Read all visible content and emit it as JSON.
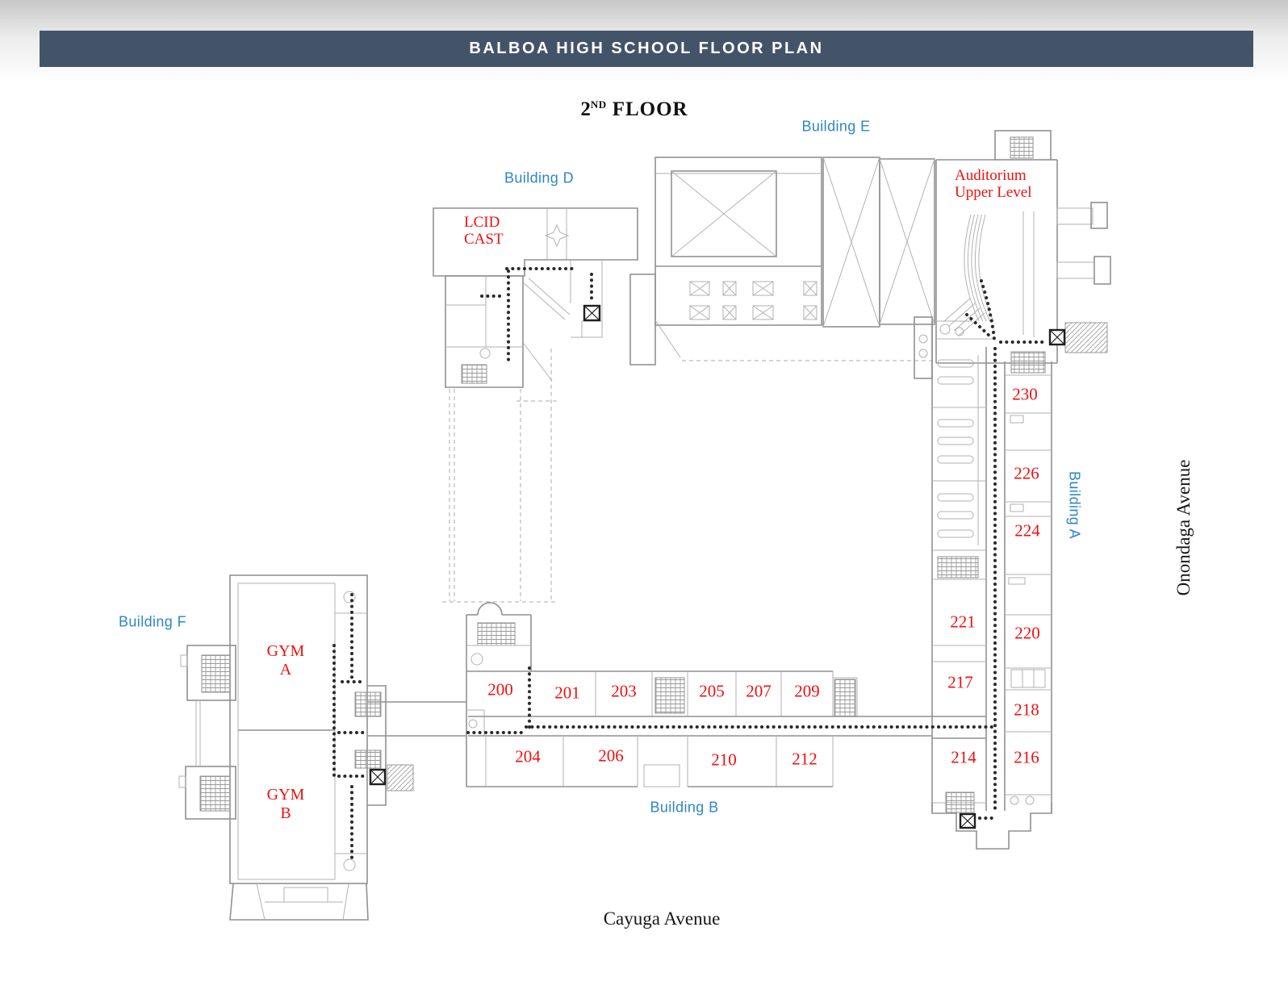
{
  "banner": {
    "title": "BALBOA HIGH SCHOOL FLOOR PLAN"
  },
  "floor": {
    "num": "2",
    "ord": "ND",
    "word": "FLOOR"
  },
  "buildings": {
    "d": "Building D",
    "e": "Building E",
    "f": "Building F",
    "b": "Building B",
    "a": "Building A"
  },
  "areas": {
    "auditorium1": "Auditorium",
    "auditorium2": "Upper Level",
    "lcid1": "LCID",
    "lcid2": "CAST",
    "gym_a1": "GYM",
    "gym_a2": "A",
    "gym_b1": "GYM",
    "gym_b2": "B"
  },
  "streets": {
    "vertical": "Onondaga Avenue",
    "horizontal": "Cayuga Avenue"
  },
  "rooms": {
    "r200": "200",
    "r201": "201",
    "r203": "203",
    "r204": "204",
    "r205": "205",
    "r206": "206",
    "r207": "207",
    "r209": "209",
    "r210": "210",
    "r212": "212",
    "r214": "214",
    "r216": "216",
    "r217": "217",
    "r218": "218",
    "r220": "220",
    "r221": "221",
    "r224": "224",
    "r226": "226",
    "r230": "230"
  },
  "colors": {
    "banner_bg": "#445468",
    "banner_text": "#ffffff",
    "label_blue": "#2e86c6",
    "label_red": "#f01010",
    "street_text": "#161616",
    "plan_line": "#919191",
    "path_dots": "#2a2a2a"
  }
}
